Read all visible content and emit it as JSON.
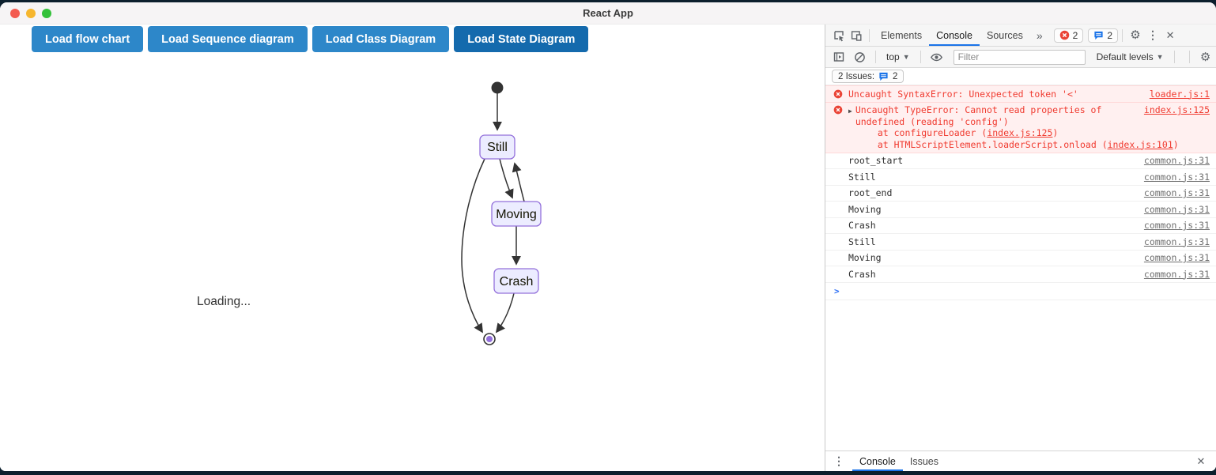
{
  "window": {
    "title": "React App"
  },
  "app": {
    "buttons": [
      {
        "label": "Load flow chart",
        "active": false
      },
      {
        "label": "Load Sequence diagram",
        "active": false
      },
      {
        "label": "Load Class Diagram",
        "active": false
      },
      {
        "label": "Load State Diagram",
        "active": true
      }
    ],
    "loading_text": "Loading...",
    "colors": {
      "button_bg": "#2d87c9",
      "button_active_bg": "#146aad"
    }
  },
  "diagram": {
    "type": "state-diagram",
    "states": [
      "Still",
      "Moving",
      "Crash"
    ],
    "transitions": [
      {
        "from": "[*]",
        "to": "Still"
      },
      {
        "from": "Still",
        "to": "Moving"
      },
      {
        "from": "Moving",
        "to": "Still"
      },
      {
        "from": "Moving",
        "to": "Crash"
      },
      {
        "from": "Still",
        "to": "[*]"
      },
      {
        "from": "Crash",
        "to": "[*]"
      }
    ],
    "colors": {
      "node_fill": "#ECECFF",
      "node_border": "#9370DB",
      "edge": "#333333",
      "end_dot": "#9370DB"
    }
  },
  "devtools": {
    "tabs": [
      {
        "label": "Elements",
        "active": false
      },
      {
        "label": "Console",
        "active": true
      },
      {
        "label": "Sources",
        "active": false
      }
    ],
    "error_count": "2",
    "message_count": "2",
    "toolbar": {
      "context": "top",
      "filter_placeholder": "Filter",
      "levels": "Default levels"
    },
    "issues": {
      "label": "2 Issues:",
      "count": "2"
    },
    "console": {
      "errors": [
        {
          "expandable": false,
          "message": "Uncaught SyntaxError: Unexpected token '<'",
          "stack": [],
          "link": "loader.js:1"
        },
        {
          "expandable": true,
          "message": "Uncaught TypeError: Cannot read properties of undefined (reading 'config')",
          "stack": [
            {
              "prefix": "at configureLoader (",
              "link": "index.js:125",
              "suffix": ")"
            },
            {
              "prefix": "at HTMLScriptElement.loaderScript.onload (",
              "link": "index.js:101",
              "suffix": ")"
            }
          ],
          "link": "index.js:125"
        }
      ],
      "logs": [
        {
          "text": "root_start",
          "link": "common.js:31"
        },
        {
          "text": "Still",
          "link": "common.js:31"
        },
        {
          "text": "root_end",
          "link": "common.js:31"
        },
        {
          "text": "Moving",
          "link": "common.js:31"
        },
        {
          "text": "Crash",
          "link": "common.js:31"
        },
        {
          "text": "Still",
          "link": "common.js:31"
        },
        {
          "text": "Moving",
          "link": "common.js:31"
        },
        {
          "text": "Crash",
          "link": "common.js:31"
        }
      ]
    },
    "drawer": {
      "tabs": [
        {
          "label": "Console",
          "active": true
        },
        {
          "label": "Issues",
          "active": false
        }
      ]
    },
    "colors": {
      "accent": "#1a73e8",
      "error_text": "#f03b30",
      "error_bg": "#fff0f0",
      "error_border": "#ffd9d9",
      "error_icon": "#ea4335",
      "link_gray": "#6f6f6f"
    }
  },
  "icons": {
    "gear": "⚙",
    "kebab": "⋮",
    "close": "✕",
    "more_tabs": "»",
    "caret": "▼",
    "prompt": ">",
    "expand": "▶"
  }
}
